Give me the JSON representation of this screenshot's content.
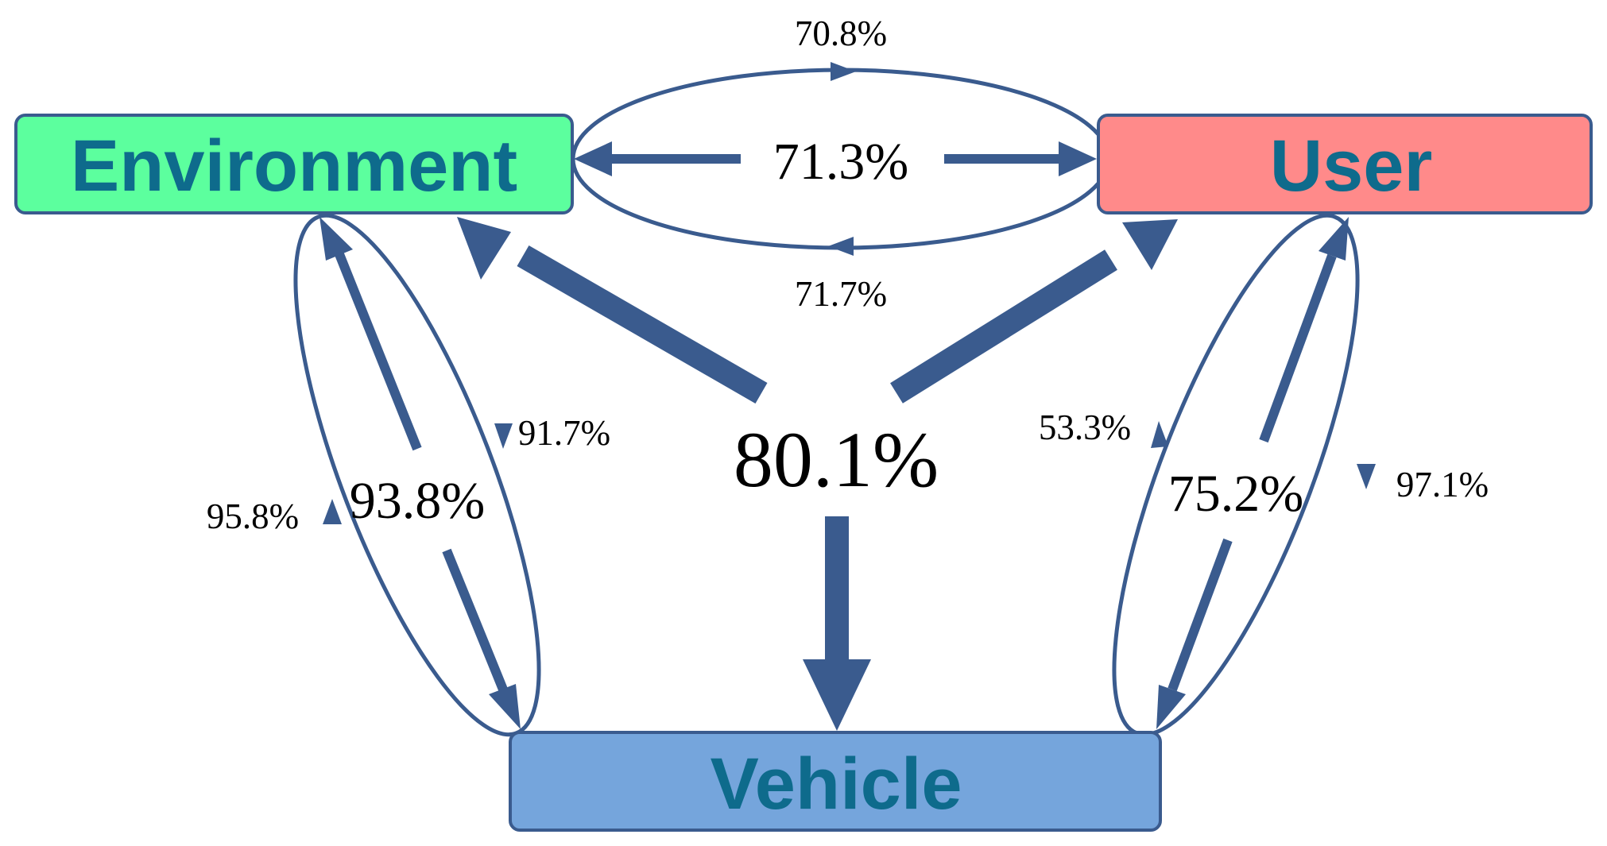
{
  "nodes": {
    "environment": {
      "label": "Environment",
      "fill": "#5cff9e"
    },
    "user": {
      "label": "User",
      "fill": "#ff8a8a"
    },
    "vehicle": {
      "label": "Vehicle",
      "fill": "#75a5dc"
    }
  },
  "colors": {
    "arrow": "#3a5b8e",
    "label_text": "#0e6b8c",
    "border": "#3a5b8e"
  },
  "labels": {
    "center": "80.1%",
    "env_user_pair": "71.3%",
    "env_to_user": "70.8%",
    "user_to_env": "71.7%",
    "env_vehicle_pair": "93.8%",
    "env_to_vehicle": "91.7%",
    "vehicle_to_env": "95.8%",
    "user_vehicle_pair": "75.2%",
    "vehicle_to_user": "53.3%",
    "user_to_vehicle": "97.1%"
  }
}
